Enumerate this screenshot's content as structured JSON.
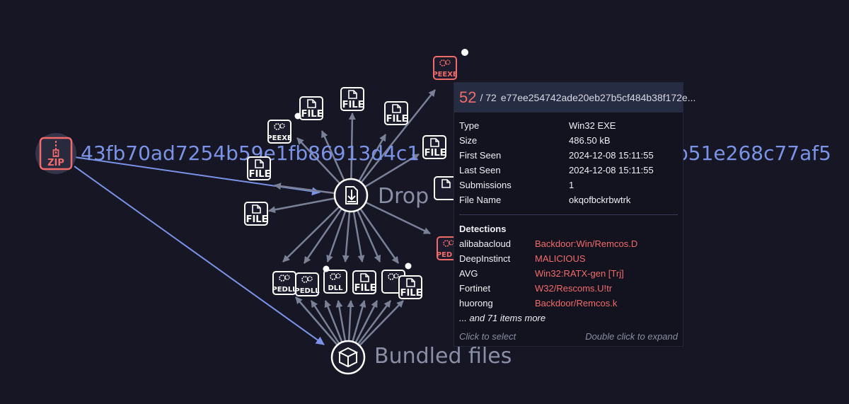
{
  "graph": {
    "root_node": {
      "icon": "zip-icon",
      "badge": "ZIP",
      "label": "43fb70ad7254b59e1fb86913d4c1",
      "label_right": "b51e268c77af5"
    },
    "categories": [
      {
        "icon": "drop-icon",
        "label": "Drop"
      },
      {
        "icon": "box-icon",
        "label": "Bundled files"
      }
    ],
    "node_types": {
      "file": "FILE",
      "peexe": "PEEXE",
      "pedll": "PEDLL",
      "dll_partial": "DLL",
      "ped_partial": "PED"
    }
  },
  "tooltip": {
    "score": "52",
    "total": "/ 72",
    "hash": "e77ee254742ade20eb27b5cf484b38f172e...",
    "properties": [
      {
        "key": "Type",
        "value": "Win32 EXE"
      },
      {
        "key": "Size",
        "value": "486.50 kB"
      },
      {
        "key": "First Seen",
        "value": "2024-12-08 15:11:55"
      },
      {
        "key": "Last Seen",
        "value": "2024-12-08 15:11:55"
      },
      {
        "key": "Submissions",
        "value": "1"
      },
      {
        "key": "File Name",
        "value": "okqofbckrbwtrk"
      }
    ],
    "detections_title": "Detections",
    "detections": [
      {
        "engine": "alibabacloud",
        "result": "Backdoor:Win/Remcos.D"
      },
      {
        "engine": "DeepInstinct",
        "result": "MALICIOUS"
      },
      {
        "engine": "AVG",
        "result": "Win32:RATX-gen [Trj]"
      },
      {
        "engine": "Fortinet",
        "result": "W32/Rescoms.U!tr"
      },
      {
        "engine": "huorong",
        "result": "Backdoor/Remcos.k"
      }
    ],
    "more": "... and 71 items more",
    "hint_select": "Click to select",
    "hint_expand": "Double click to expand"
  },
  "colors": {
    "background": "#161625",
    "edge_root": "#7b93e6",
    "edge_gray": "#7a8196",
    "malicious": "#f26b6b",
    "node_fill": "#1b1b2b"
  }
}
